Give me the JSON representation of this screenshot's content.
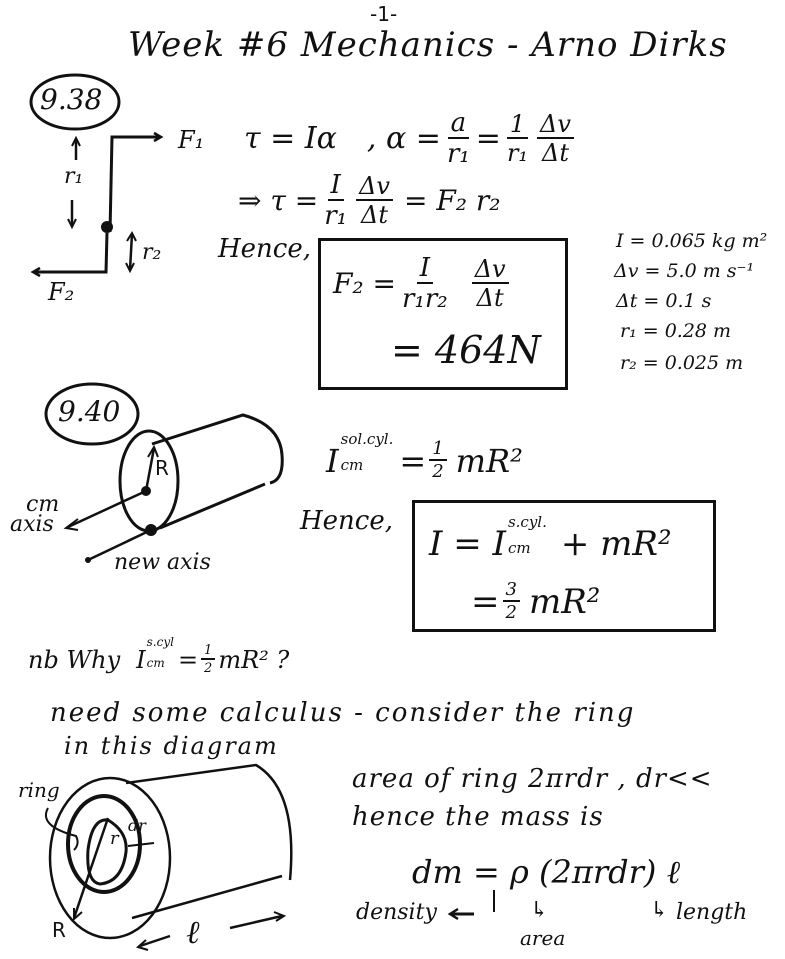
{
  "page": {
    "page_number": "-1-",
    "title": "Week #6 Mechanics - Arno Dirks"
  },
  "problem_938": {
    "label": "9.38",
    "diagram": {
      "force_top": "F₁",
      "force_bottom": "F₂",
      "radius_top": "r₁",
      "radius_bottom": "r₂"
    },
    "eq1_left": "τ = Iα",
    "eq1_right_prefix": ", α =",
    "eq1_frac1_num": "a",
    "eq1_frac1_den": "r₁",
    "eq1_eq": "=",
    "eq1_frac2_num": "1",
    "eq1_frac2_den": "r₁",
    "eq1_frac3_num": "Δv",
    "eq1_frac3_den": "Δt",
    "eq2_prefix": "⇒ τ =",
    "eq2_frac1_num": "I",
    "eq2_frac1_den": "r₁",
    "eq2_frac2_num": "Δv",
    "eq2_frac2_den": "Δt",
    "eq2_suffix": "= F₂ r₂",
    "hence": "Hence,",
    "result_lhs": "F₂ =",
    "result_frac1_num": "I",
    "result_frac1_den": "r₁r₂",
    "result_frac2_num": "Δv",
    "result_frac2_den": "Δt",
    "result_value": "= 464N",
    "givens": [
      "I = 0.065 kg m²",
      "Δv = 5.0 m s⁻¹",
      "Δt = 0.1 s",
      "r₁ = 0.28 m",
      "r₂ = 0.025 m"
    ]
  },
  "problem_940": {
    "label": "9.40",
    "diagram": {
      "radius_label": "R",
      "cm_axis_line1": "cm",
      "cm_axis_line2": "axis",
      "new_axis": "new axis"
    },
    "eq_solid_lhs": "I",
    "eq_solid_sup": "sol.cyl.",
    "eq_solid_sub": "cm",
    "eq_solid_eq": "=",
    "eq_solid_frac_num": "1",
    "eq_solid_frac_den": "2",
    "eq_solid_rhs": "mR²",
    "hence": "Hence,",
    "box_line1_lhs": "I = I",
    "box_line1_sup": "s.cyl.",
    "box_line1_sub": "cm",
    "box_line1_rhs": "+ mR²",
    "box_line2_eq": "=",
    "box_line2_frac_num": "3",
    "box_line2_frac_den": "2",
    "box_line2_rhs": "mR²"
  },
  "note": {
    "prefix": "nb Why",
    "I": "I",
    "sup": "s.cyl",
    "sub": "cm",
    "eq": "=",
    "frac_num": "1",
    "frac_den": "2",
    "rhs": "mR² ?"
  },
  "calculus": {
    "line1": "need some calculus - consider the ring",
    "line2": "in this diagram",
    "diagram": {
      "ring_label": "ring",
      "r_label": "r",
      "dr_label": "dr",
      "R_label": "R",
      "l_label": "ℓ"
    },
    "text1": "area of ring 2πrdr , dr<<",
    "text2": "hence the mass is",
    "dm_eq": "dm = ρ (2πrdr) ℓ",
    "ann_density": "density",
    "ann_area": "area",
    "ann_length": "length",
    "ann_arrow_area": "↳",
    "ann_arrow_length": "↳"
  }
}
